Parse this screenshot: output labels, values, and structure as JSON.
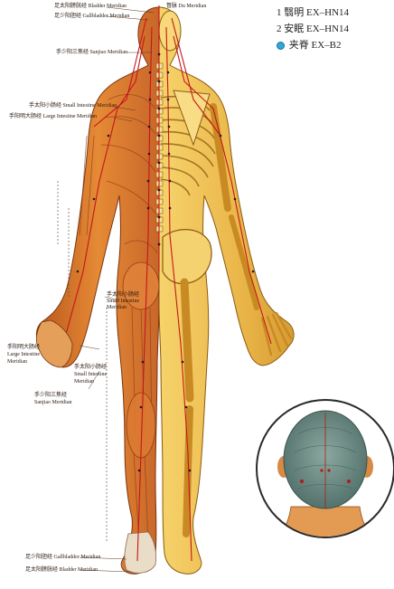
{
  "legend": [
    {
      "num": "1",
      "name": "翳明",
      "code": "EX–HN14"
    },
    {
      "num": "2",
      "name": "安眠",
      "code": "EX–HN14"
    },
    {
      "num": "",
      "name": "夹脊",
      "code": "EX–B2",
      "marker": "blue-dot"
    }
  ],
  "meridian_labels": {
    "bladder_top": {
      "cn": "足太阳膀胱经",
      "en": "Bladder Meridian"
    },
    "du_top": {
      "cn": "督脉",
      "en": "Du Meridian"
    },
    "gallbladder_top": {
      "cn": "足少阳胆经",
      "en": "Gallbladder Meridian"
    },
    "sanjiao_top": {
      "cn": "手少阳三焦经",
      "en": "Sanjiao Meridian"
    },
    "small_intestine_top": {
      "cn": "手太阳小肠经",
      "en": "Small Intestine Meridian"
    },
    "large_intestine_top": {
      "cn": "手阳明大肠经",
      "en": "Large Intestine Meridian"
    },
    "small_intestine_mid": {
      "cn": "手太阳小肠经",
      "en1": "Small Intestine",
      "en2": "Meridian"
    },
    "large_intestine_mid": {
      "cn": "手阳明大肠经",
      "en1": "Large Intestine",
      "en2": "Meridian"
    },
    "small_intestine_arm": {
      "cn": "手太阳小肠经",
      "en1": "Small Intestine",
      "en2": "Meridian"
    },
    "sanjiao_arm": {
      "cn": "手少阳三焦经",
      "en": "Sanjiao Meridian"
    },
    "gallbladder_bottom": {
      "cn": "足少阳胆经",
      "en": "Gallbladder Meridian"
    },
    "bladder_bottom": {
      "cn": "足太阳膀胱经",
      "en": "Bladder Meridian"
    }
  },
  "colors": {
    "muscle": "#d9782a",
    "muscle_dark": "#a9481a",
    "bone": "#f2c85a",
    "bone_dark": "#c98a24",
    "meridian_red": "#c4161c",
    "acupoint": "#1e1e1e",
    "inset_head": "#6f8e86",
    "neck": "#e39a52",
    "jiaji_dot": "#2ea8d8"
  }
}
